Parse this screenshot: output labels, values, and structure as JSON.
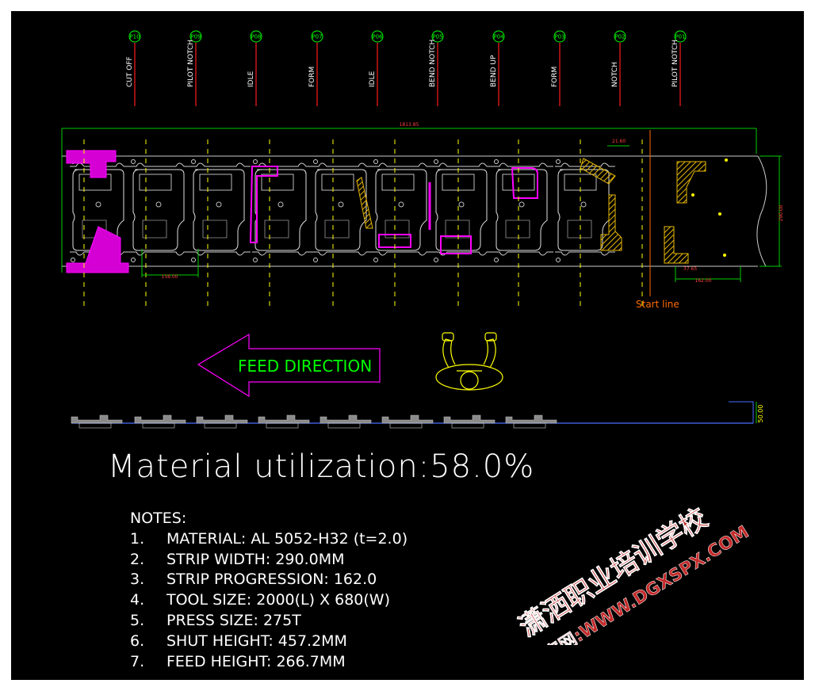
{
  "stations": [
    {
      "tag": "P10",
      "label": "CUT OFF"
    },
    {
      "tag": "P09",
      "label": "PILOT NOTCH"
    },
    {
      "tag": "P08",
      "label": "IDLE"
    },
    {
      "tag": "P07",
      "label": "FORM"
    },
    {
      "tag": "P06",
      "label": "IDLE"
    },
    {
      "tag": "P05",
      "label": "BEND NOTCH"
    },
    {
      "tag": "P04",
      "label": "BEND UP"
    },
    {
      "tag": "P03",
      "label": "FORM"
    },
    {
      "tag": "P02",
      "label": "NOTCH"
    },
    {
      "tag": "P01",
      "label": "PILOT NOTCH"
    }
  ],
  "dimensions": {
    "overall": "1813.85",
    "pitch": "158.00",
    "strip_width": "290.00",
    "step": "162.00",
    "small_a": "21.60",
    "small_b": "37.65",
    "height_side": "50.00"
  },
  "start_line": "Start line",
  "feed_direction": "FEED DIRECTION",
  "utilization": "Material utilization:58.0%",
  "notes": {
    "title": "NOTES:",
    "items": [
      {
        "num": "1.",
        "text": "MATERIAL: AL 5052-H32 (t=2.0)"
      },
      {
        "num": "2.",
        "text": "STRIP WIDTH: 290.0MM"
      },
      {
        "num": "3.",
        "text": "STRIP PROGRESSION: 162.0"
      },
      {
        "num": "4.",
        "text": "TOOL SIZE: 2000(L) X 680(W)"
      },
      {
        "num": "5.",
        "text": "PRESS SIZE: 275T"
      },
      {
        "num": "6.",
        "text": "SHUT HEIGHT: 457.2MM"
      },
      {
        "num": "7.",
        "text": "FEED HEIGHT: 266.7MM"
      }
    ]
  },
  "watermark": {
    "line1": "潇洒职业培训学校",
    "line2": "官网:WWW.DGXSPX.COM"
  },
  "colors": {
    "background": "#000000",
    "frame": "#ffffff",
    "station_line": "#ff1a1a",
    "station_tag": "#00ff00",
    "centerline": "#ffff00",
    "part_outline": "#ffffff",
    "magenta": "#ff00ff",
    "hatch": "#e6b800",
    "dimension": "#00ff00",
    "start_line": "#ff6a00",
    "watermark": "#ff3030"
  }
}
